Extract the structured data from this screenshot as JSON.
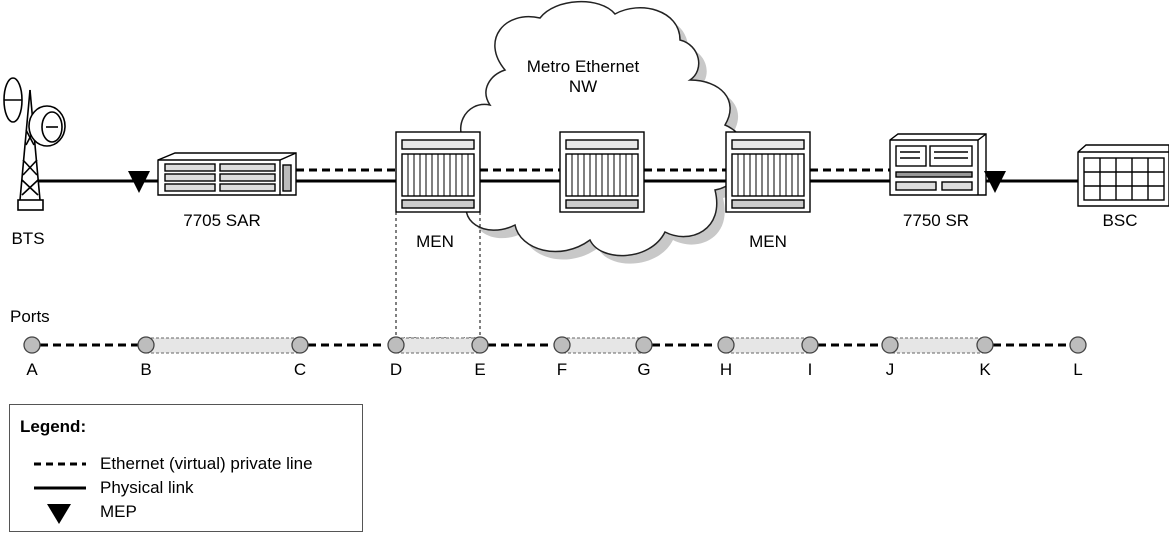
{
  "cloud": {
    "line1": "Metro Ethernet",
    "line2": "NW"
  },
  "devices": {
    "bts": "BTS",
    "sar": "7705 SAR",
    "men_left": "MEN",
    "men_right": "MEN",
    "sr": "7750 SR",
    "bsc": "BSC"
  },
  "ports": {
    "title": "Ports",
    "letters": [
      "A",
      "B",
      "C",
      "D",
      "E",
      "F",
      "G",
      "H",
      "I",
      "J",
      "K",
      "L"
    ]
  },
  "legend": {
    "title": "Legend:",
    "items": [
      {
        "symbol": "dashed-line",
        "label": "Ethernet (virtual) private line"
      },
      {
        "symbol": "solid-line",
        "label": "Physical link"
      },
      {
        "symbol": "down-triangle",
        "label": "MEP"
      }
    ]
  }
}
